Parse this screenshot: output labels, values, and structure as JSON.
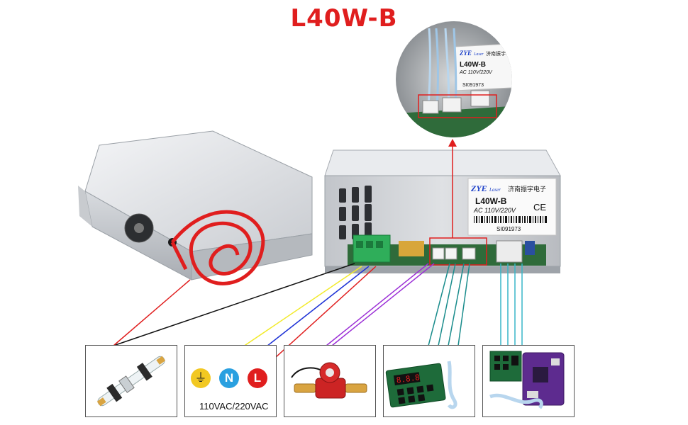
{
  "title": "L40W-B",
  "label": {
    "brand": "ZYE",
    "brand_sub": "Laser",
    "company": "济南振宇电子",
    "model": "L40W-B",
    "input": "AC 110V/220V",
    "ce": "CE",
    "serial": "SI091973"
  },
  "zoom_label": {
    "brand": "ZYE",
    "brand_sub": "Laser",
    "company": "济南振宇电子",
    "model": "L40W-B",
    "input": "AC 110V/220V",
    "serial": "SI091973"
  },
  "power_box": {
    "ground_symbol": "⏚",
    "neutral": "N",
    "live": "L",
    "voltage": "110VAC/220VAC"
  },
  "colors": {
    "title": "#e01e1e",
    "live_wire": "#e01e1e",
    "ground_wire": "#f2ea2a",
    "neutral_wire": "#1f33d6",
    "flow_wire": "#9b2fd6",
    "control_wire": "#1a8c8c",
    "signal_wire": "#38b6c8",
    "tube_wire": "#111111"
  }
}
